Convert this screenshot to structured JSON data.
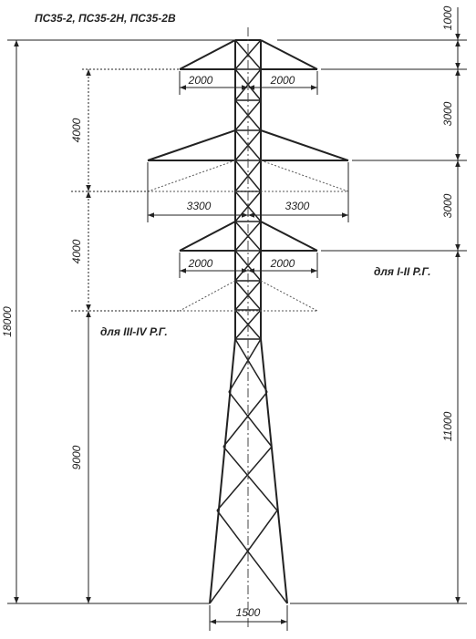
{
  "title": "ПС35-2, ПС35-2Н, ПС35-2В",
  "notes": {
    "upper_variant": "для I-II Р.Г.",
    "lower_variant": "для III-IV Р.Г."
  },
  "dimensions": {
    "top_crossarm_left": "2000",
    "top_crossarm_right": "2000",
    "middle_crossarm_left": "3300",
    "middle_crossarm_right": "3300",
    "lower_crossarm_left": "2000",
    "lower_crossarm_right": "2000",
    "base_width": "1500",
    "left_spacing_upper": "4000",
    "left_spacing_lower": "4000",
    "left_lower_height": "9000",
    "total_height": "18000",
    "right_top": "1000",
    "right_upper_gap": "3000",
    "right_lower_gap": "3000",
    "right_lower_height": "11000"
  },
  "colors": {
    "line": "#222222",
    "dotted": "#555555"
  }
}
